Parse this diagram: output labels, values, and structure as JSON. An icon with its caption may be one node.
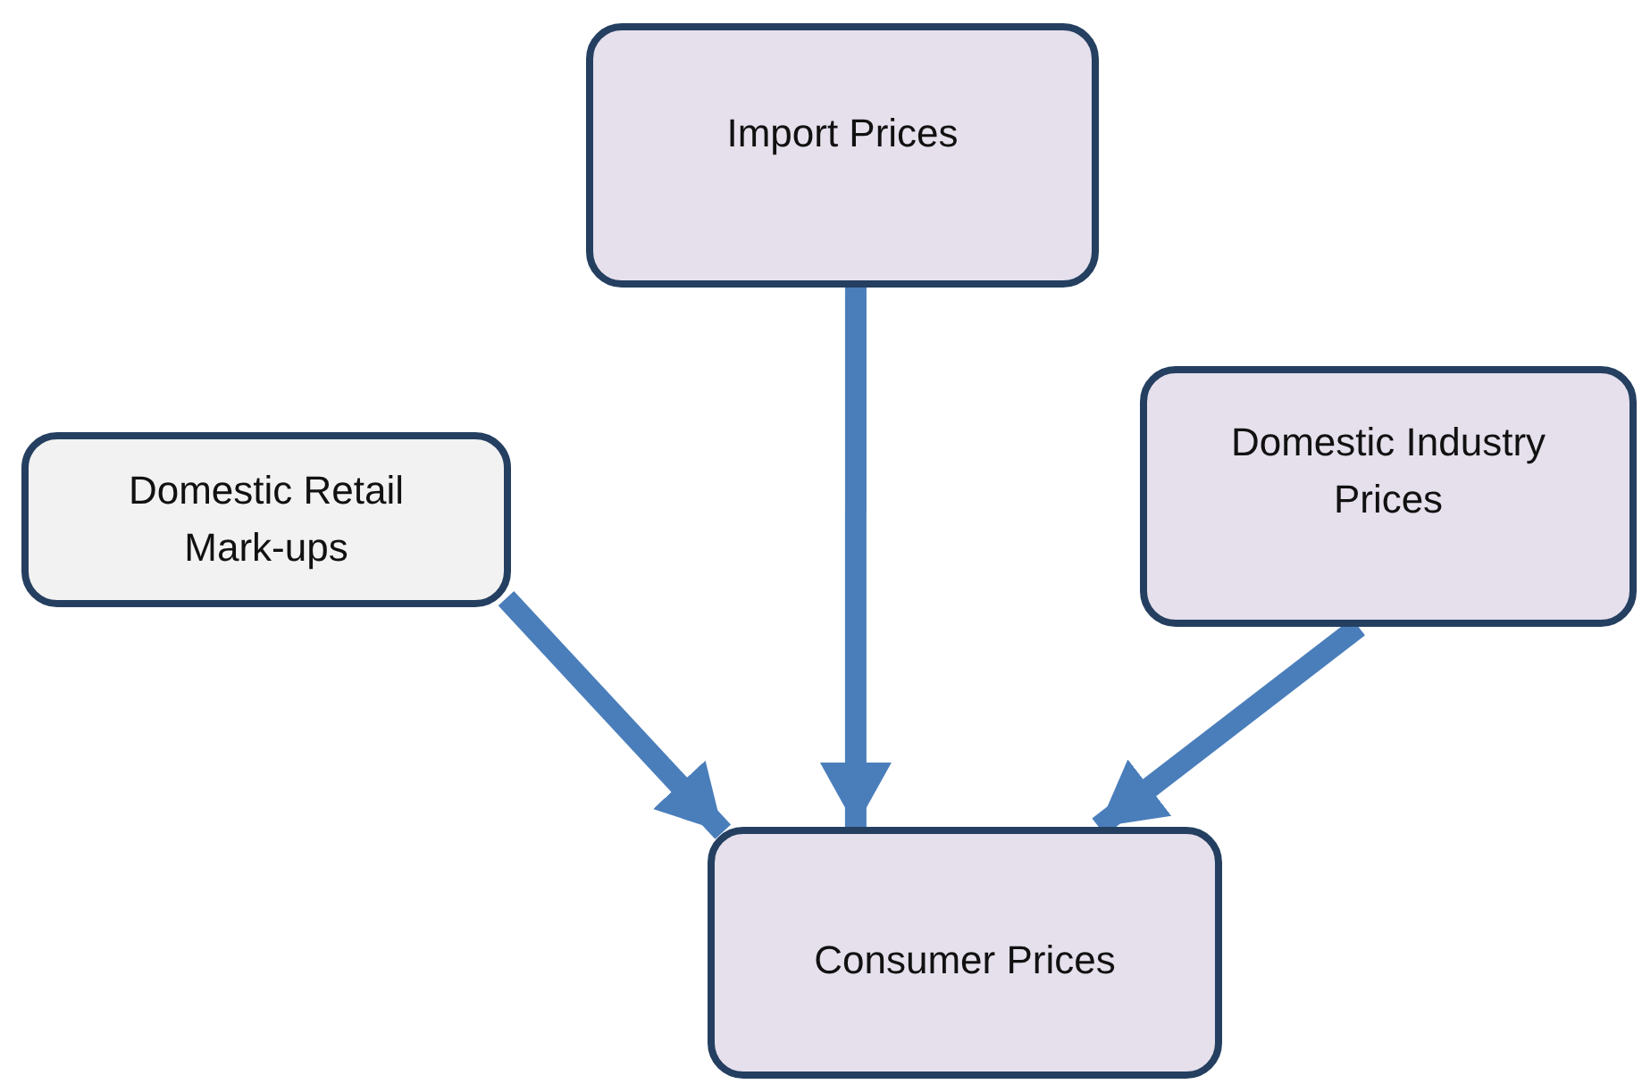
{
  "diagram": {
    "nodes": [
      {
        "text": [
          "Import Prices"
        ]
      },
      {
        "text": [
          "Domestic Retail Mark-ups"
        ]
      },
      {
        "text": [
          "Domestic Industry Prices"
        ]
      },
      {
        "text": [
          "Consumer Prices"
        ]
      }
    ],
    "edges": [
      {
        "from": 0,
        "to": 3,
        "arrow": "to"
      },
      {
        "from": 1,
        "to": 3,
        "arrow": "to"
      },
      {
        "from": 2,
        "to": 3,
        "arrow": "to"
      }
    ]
  }
}
